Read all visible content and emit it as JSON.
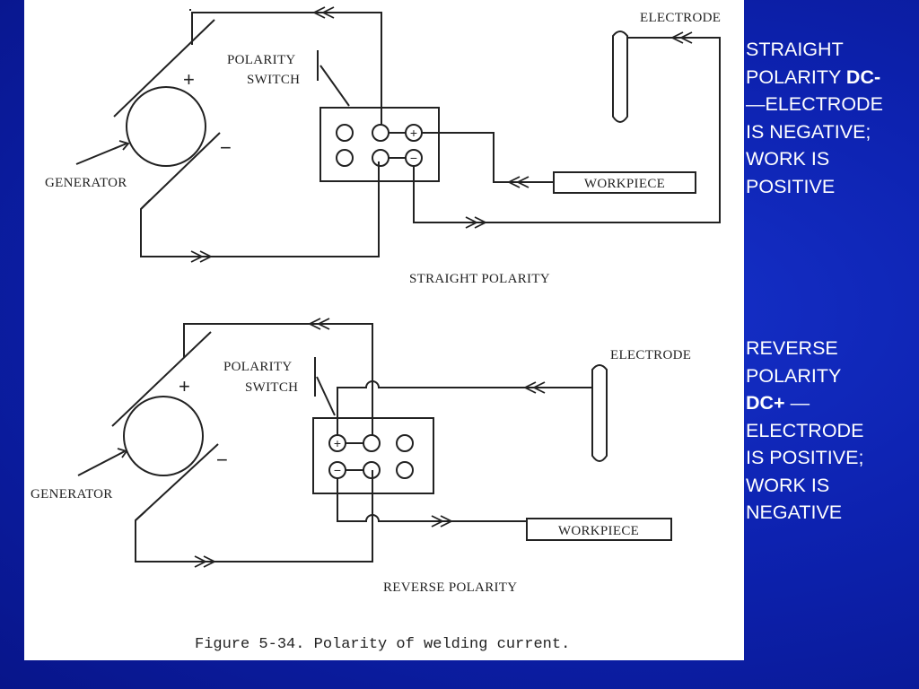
{
  "figure": {
    "straight": {
      "electrode_label": "ELECTRODE",
      "switch_label_line1": "POLARITY",
      "switch_label_line2": "SWITCH",
      "generator_label": "GENERATOR",
      "workpiece_label": "WORKPIECE",
      "plus_sign": "+",
      "minus_sign": "−",
      "caption": "STRAIGHT POLARITY"
    },
    "reverse": {
      "electrode_label": "ELECTRODE",
      "switch_label_line1": "POLARITY",
      "switch_label_line2": "SWITCH",
      "generator_label": "GENERATOR",
      "workpiece_label": "WORKPIECE",
      "plus_sign": "+",
      "minus_sign": "−",
      "caption": "REVERSE POLARITY"
    },
    "figure_caption": "Figure 5-34.  Polarity of welding current."
  },
  "sidebar": {
    "straight": {
      "line1": "STRAIGHT",
      "line2_plain": "POLARITY ",
      "line2_bold": "DC-",
      "line3": "—ELECTRODE",
      "line4": "IS NEGATIVE;",
      "line5": "WORK IS",
      "line6": "POSITIVE"
    },
    "reverse": {
      "line1": "REVERSE",
      "line2": "POLARITY",
      "line3_bold": "DC+",
      "line3_plain": " —",
      "line4": "ELECTRODE",
      "line5": "IS POSITIVE;",
      "line6": "WORK IS",
      "line7": "NEGATIVE"
    }
  },
  "colors": {
    "background": "#0d22b0",
    "panel": "#ffffff",
    "ink": "#222222",
    "side_text": "#ffffff"
  }
}
